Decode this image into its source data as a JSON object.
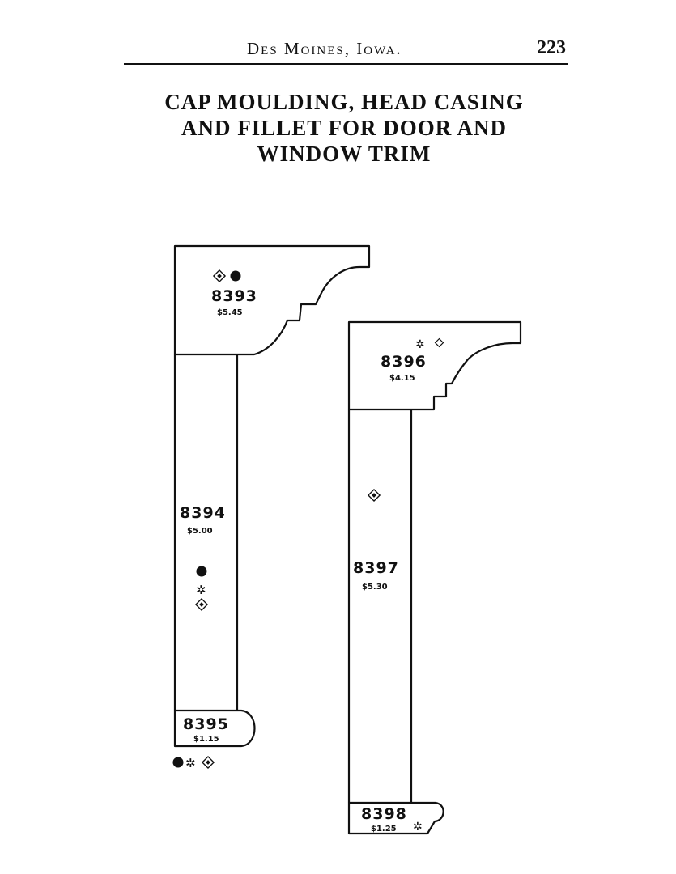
{
  "header": {
    "running_head": "Des Moines, Iowa.",
    "page_number": "223"
  },
  "title": {
    "line1": "CAP MOULDING, HEAD CASING",
    "line2": "AND FILLET FOR DOOR AND",
    "line3": "WINDOW TRIM"
  },
  "mouldings": [
    {
      "number": "8393",
      "price": "$5.45",
      "marks": [
        "diamond-mark",
        "dot-mark"
      ]
    },
    {
      "number": "8394",
      "price": "$5.00",
      "marks": [
        "dot-mark",
        "asterisk-mark",
        "diamond-mark"
      ]
    },
    {
      "number": "8395",
      "price": "$1.15",
      "marks": [
        "dot-mark",
        "asterisk-mark",
        "diamond-mark"
      ]
    },
    {
      "number": "8396",
      "price": "$4.15",
      "marks": [
        "asterisk-mark",
        "diamond-mark"
      ]
    },
    {
      "number": "8397",
      "price": "$5.30",
      "marks": [
        "diamond-mark"
      ]
    },
    {
      "number": "8398",
      "price": "$1.25",
      "marks": [
        "asterisk-mark"
      ]
    }
  ],
  "symbols": {
    "asterisk": "✲"
  }
}
